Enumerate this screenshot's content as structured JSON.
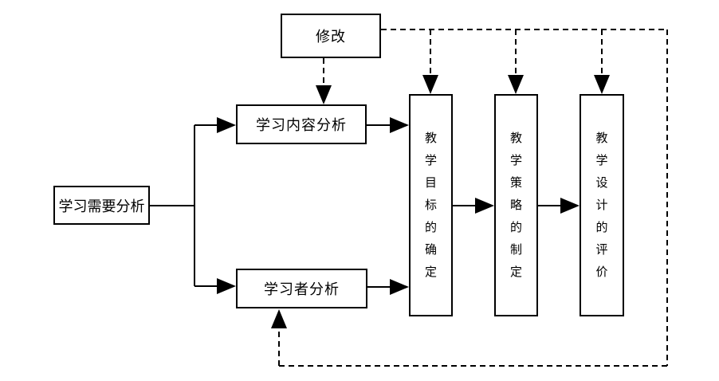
{
  "diagram": {
    "boxes": {
      "revise": {
        "label": "修改"
      },
      "content_analysis": {
        "label": "学习内容分析"
      },
      "needs_analysis": {
        "label": "学习需要分析"
      },
      "learner_analysis": {
        "label": "学习者分析"
      },
      "objectives": {
        "label": "教学目标的确定"
      },
      "strategy": {
        "label": "教学策略的制定"
      },
      "evaluation": {
        "label": "教学设计的评价"
      }
    },
    "edges": [
      {
        "from": "needs_analysis",
        "to": "content_analysis",
        "style": "solid"
      },
      {
        "from": "needs_analysis",
        "to": "learner_analysis",
        "style": "solid"
      },
      {
        "from": "content_analysis",
        "to": "objectives",
        "style": "solid"
      },
      {
        "from": "learner_analysis",
        "to": "objectives",
        "style": "solid"
      },
      {
        "from": "objectives",
        "to": "strategy",
        "style": "solid"
      },
      {
        "from": "strategy",
        "to": "evaluation",
        "style": "solid"
      },
      {
        "from": "revise",
        "to": "content_analysis",
        "style": "dashed"
      },
      {
        "from": "revise",
        "to": "objectives",
        "style": "dashed"
      },
      {
        "from": "revise",
        "to": "strategy",
        "style": "dashed"
      },
      {
        "from": "revise",
        "to": "evaluation",
        "style": "dashed"
      },
      {
        "from": "revise",
        "to": "learner_analysis",
        "style": "dashed"
      }
    ],
    "colors": {
      "line": "#000000",
      "box_border": "#000000",
      "background": "#ffffff",
      "text": "#000000"
    }
  }
}
